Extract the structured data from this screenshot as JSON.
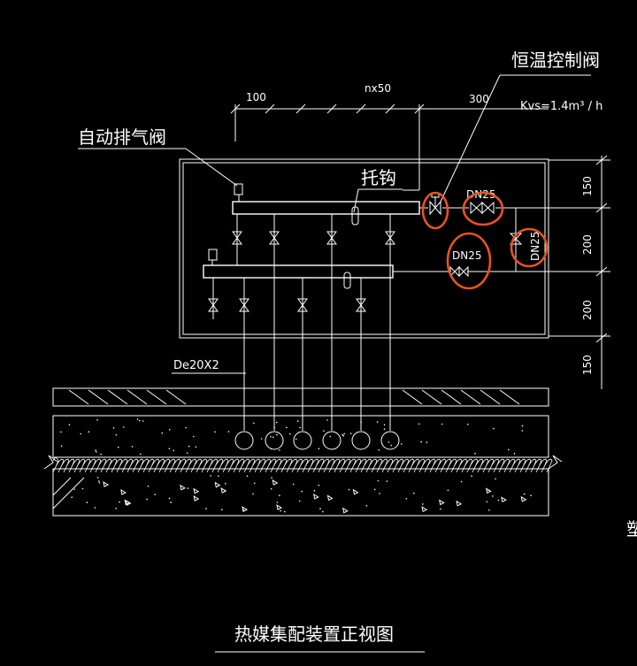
{
  "labels": {
    "thermostatic_valve": "恒温控制阀",
    "kvs": "Kvs=1.4m³ / h",
    "air_vent": "自动排气阀",
    "hook": "托钩",
    "pipe_spec": "De20X2",
    "title": "热媒集配装置正视图",
    "cut_char": "塑"
  },
  "dimensions": {
    "top_left": "100",
    "top_mid": "nx50",
    "top_right": "300",
    "right_1": "150",
    "right_2": "200",
    "right_3": "200",
    "right_4": "150"
  },
  "valves": {
    "dn_top": "DN25",
    "dn_bottom": "DN25",
    "dn_right": "DN25"
  },
  "colors": {
    "background": "#000000",
    "lines": "#ffffff",
    "markup": "#e8531f"
  }
}
